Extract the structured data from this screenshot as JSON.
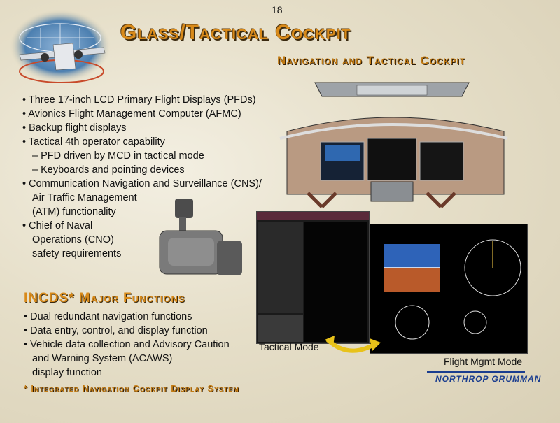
{
  "page_number": "18",
  "title": "Glass/Tactical Cockpit",
  "subtitle": "Navigation and Tactical Cockpit",
  "bullets": [
    "• Three 17-inch LCD Primary Flight Displays (PFDs)",
    "• Avionics Flight Management Computer (AFMC)",
    "• Backup flight displays",
    "• Tactical 4th operator capability"
  ],
  "sub_bullets": [
    "– PFD driven by MCD in tactical mode",
    "– Keyboards and pointing devices"
  ],
  "bullets_b": [
    "• Communication Navigation and Surveillance (CNS)/",
    "Air Traffic Management",
    "(ATM) functionality",
    "• Chief of Naval",
    "Operations (CNO)",
    "safety requirements"
  ],
  "section_title": "INCDS* Major Functions",
  "functions": [
    "• Dual redundant navigation functions",
    "• Data entry, control, and display function",
    "• Vehicle data collection and Advisory Caution",
    "and Warning System (ACAWS)",
    "display function"
  ],
  "footnote": "* Integrated Navigation Cockpit Display System",
  "labels": {
    "tactical": "Tactical Mode",
    "flight": "Flight Mgmt Mode"
  },
  "logo": "NORTHROP GRUMMAN",
  "colors": {
    "title_orange": "#d88a1a",
    "logo_blue": "#1a3d8f"
  }
}
